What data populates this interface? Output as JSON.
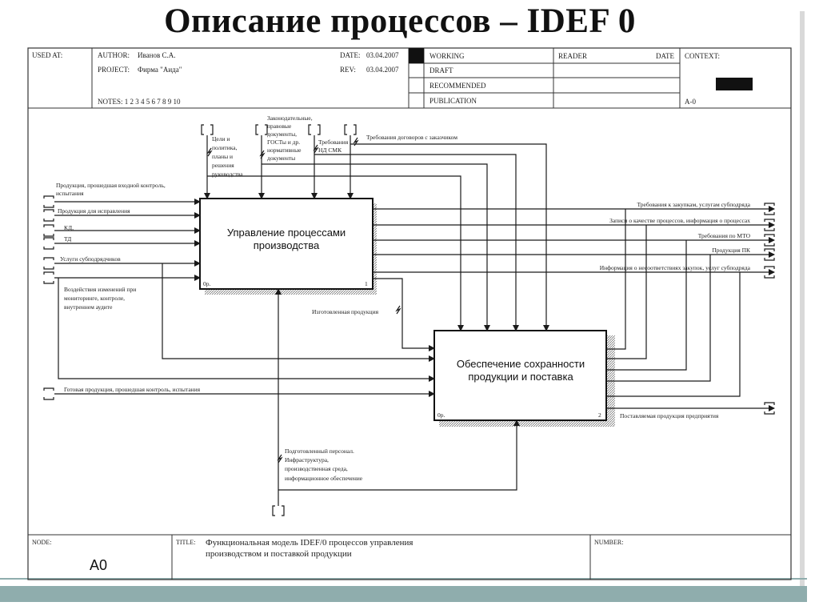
{
  "slide_title": "Описание процессов – IDEF 0",
  "header": {
    "used_at": "USED AT:",
    "author_label": "AUTHOR:",
    "author": "Иванов С.А.",
    "project_label": "PROJECT:",
    "project": "Фирма \"Аида\"",
    "notes": "NOTES: 1 2 3 4 5 6 7 8 9 10",
    "date_label": "DATE:",
    "date": "03.04.2007",
    "rev_label": "REV:",
    "rev": "03.04.2007",
    "working": "WORKING",
    "draft": "DRAFT",
    "recommended": "RECOMMENDED",
    "publication": "PUBLICATION",
    "reader": "READER",
    "date2": "DATE",
    "context": "CONTEXT:",
    "node_ref": "A-0"
  },
  "boxes": [
    {
      "title_line1": "Управление процессами",
      "title_line2": "производства",
      "cost": "0р.",
      "number": "1"
    },
    {
      "title_line1": "Обеспечение сохранности",
      "title_line2": "продукции и поставка",
      "cost": "0р.",
      "number": "2"
    }
  ],
  "controls": {
    "c1": [
      "Цели и",
      "политика,",
      "планы и",
      "решения",
      "руководства"
    ],
    "c2": [
      "Законодательные,",
      "правовые",
      "документы,",
      "ГОСТы и др.",
      "нормативные",
      "документы"
    ],
    "c3": [
      "Требования",
      "НД СМК"
    ],
    "c4": "Требования договоров с заказчиком"
  },
  "inputs": {
    "i1": [
      "Продукция, прошедшая входной контроль,",
      "испытания"
    ],
    "i2": "Продукция для исправления",
    "i3": "КД,",
    "i4": "ТД",
    "i5": "Услуги субподрядчиков",
    "i6": [
      "Воздействия изменений при",
      "мониторинге, контроле,",
      "внутреннем аудите"
    ],
    "i7": "Готовая продукция, прошедшая контроль, испытания"
  },
  "outputs": {
    "o1": "Требования к закупкам, услугам субподряда",
    "o2": "Записи о качестве процессов, информация о процессах",
    "o3": "Требования по МТО",
    "o4": "Продукция ПК",
    "o5": "Информация о несоответствиях закупок, услуг субподряда",
    "o6": "Поставляемая продукция предприятия"
  },
  "internal": {
    "made_product": "Изготовленная продукция"
  },
  "mechanism": [
    "Подготовленный персонал.",
    "Инфраструктура,",
    "производственная среда,",
    "информационное обеспечение"
  ],
  "footer": {
    "node_label": "NODE:",
    "node": "A0",
    "title_label": "TITLE:",
    "title_line1": "Функциональная модель IDEF/0 процессов управления",
    "title_line2": "производством и поставкой продукции",
    "number_label": "NUMBER:"
  },
  "colors": {
    "footer_bar": "#8fadad",
    "line": "#1a1a1a"
  }
}
